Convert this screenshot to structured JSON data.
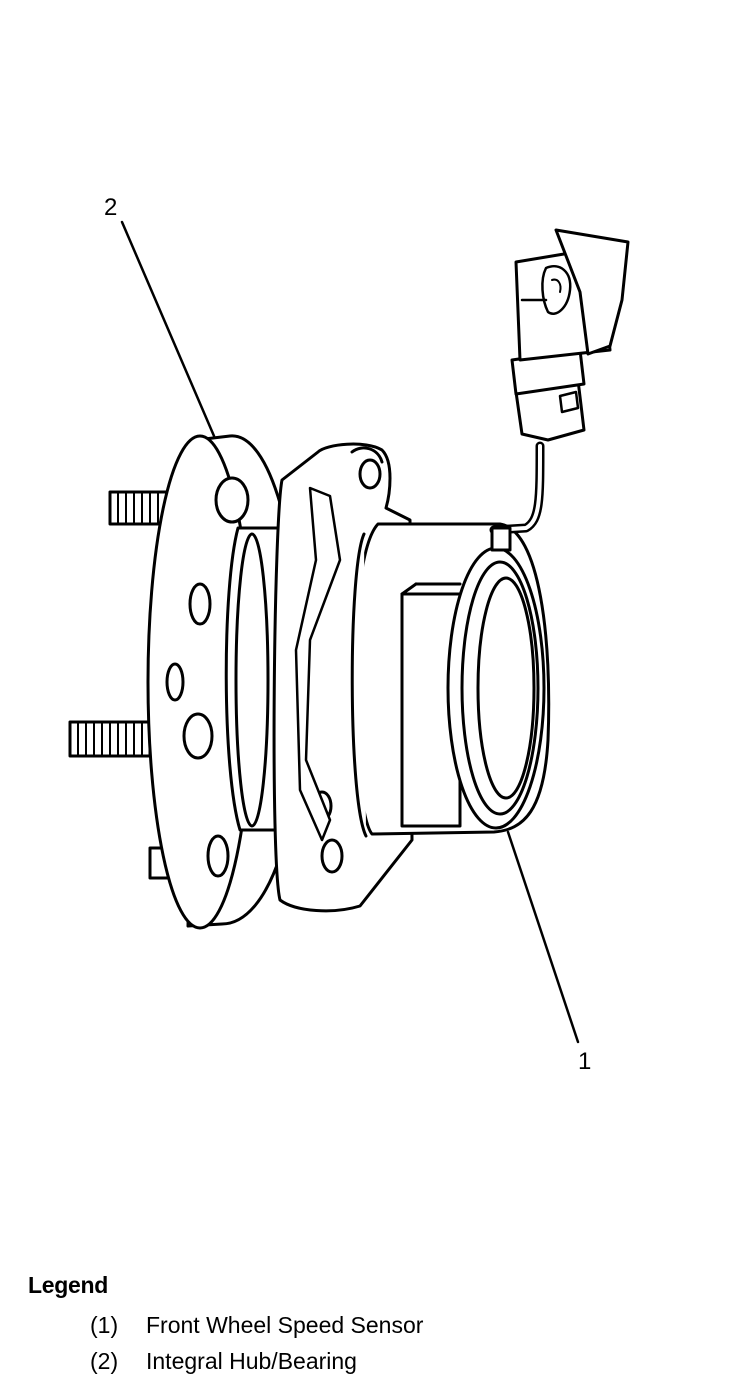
{
  "callouts": [
    {
      "id": "1",
      "label": "1"
    },
    {
      "id": "2",
      "label": "2"
    }
  ],
  "legend": {
    "title": "Legend",
    "items": [
      {
        "number": "(1)",
        "text": "Front Wheel Speed Sensor"
      },
      {
        "number": "(2)",
        "text": "Integral Hub/Bearing"
      }
    ]
  },
  "icons": [
    "wheel-hub-bearing-assembly",
    "wheel-speed-sensor-connector",
    "wheel-stud"
  ]
}
